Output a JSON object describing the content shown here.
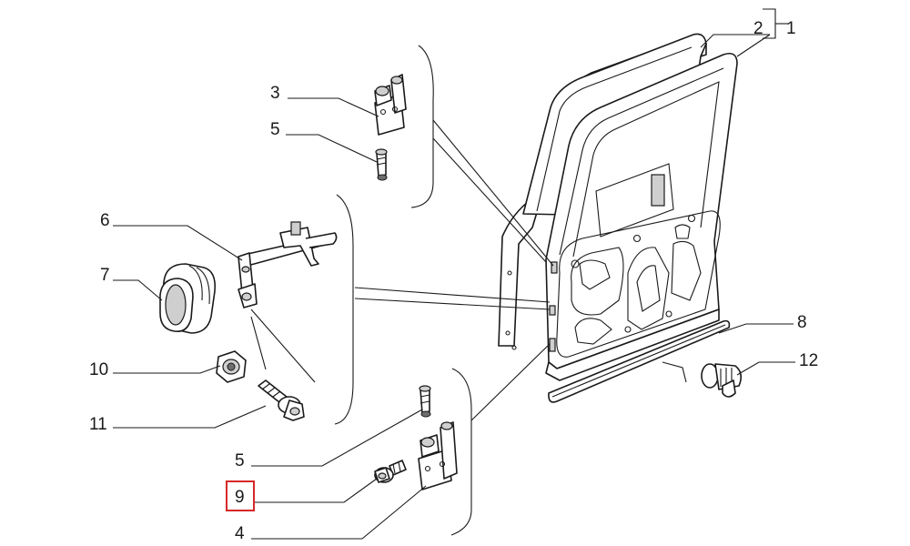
{
  "callouts": [
    {
      "id": "1",
      "text": "1"
    },
    {
      "id": "2",
      "text": "2"
    },
    {
      "id": "3",
      "text": "3"
    },
    {
      "id": "4",
      "text": "4"
    },
    {
      "id": "5a",
      "text": "5"
    },
    {
      "id": "5b",
      "text": "5"
    },
    {
      "id": "6",
      "text": "6"
    },
    {
      "id": "7",
      "text": "7"
    },
    {
      "id": "8",
      "text": "8"
    },
    {
      "id": "9",
      "text": "9"
    },
    {
      "id": "10",
      "text": "10"
    },
    {
      "id": "11",
      "text": "11"
    },
    {
      "id": "12",
      "text": "12"
    }
  ],
  "highlighted_callout": "9",
  "colors": {
    "highlight": "#d62828",
    "line": "#1a1a1a",
    "background": "#ffffff"
  }
}
